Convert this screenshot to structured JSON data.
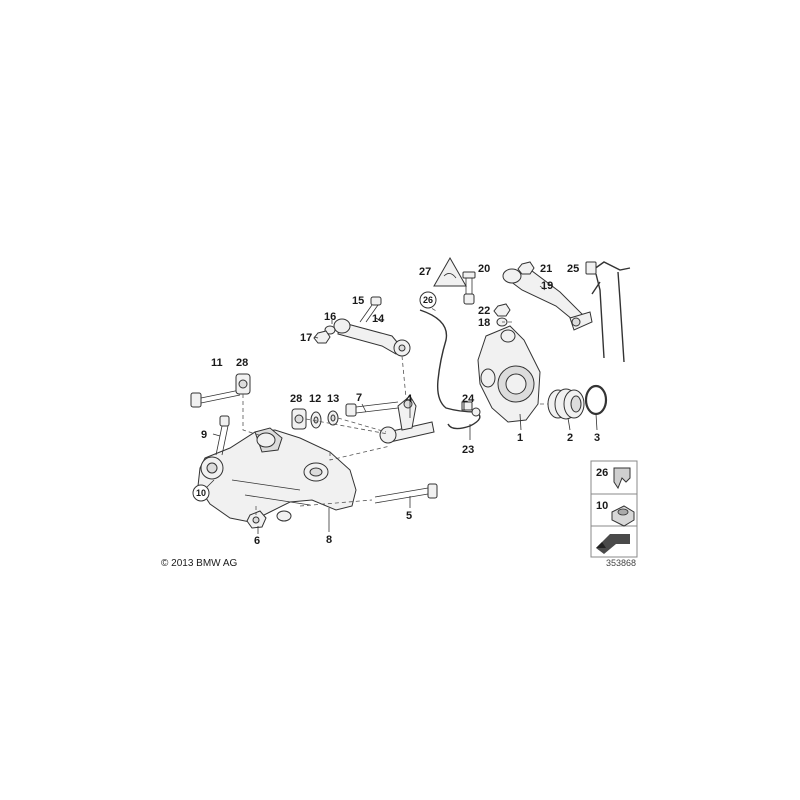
{
  "labels": {
    "p1": "1",
    "p2": "2",
    "p3": "3",
    "p4": "4",
    "p5": "5",
    "p6": "6",
    "p7": "7",
    "p8": "8",
    "p9": "9",
    "p10": "10",
    "p11": "11",
    "p12": "12",
    "p13": "13",
    "p14": "14",
    "p15": "15",
    "p16": "16",
    "p17": "17",
    "p18": "18",
    "p19": "19",
    "p20": "20",
    "p21": "21",
    "p22": "22",
    "p23": "23",
    "p24": "24",
    "p25": "25",
    "p26": "26",
    "p27": "27",
    "p28a": "28",
    "p28b": "28"
  },
  "legend": {
    "item1": "26",
    "item2": "10"
  },
  "footer": {
    "copyright": "© 2013 BMW AG",
    "doc_number": "353868"
  }
}
